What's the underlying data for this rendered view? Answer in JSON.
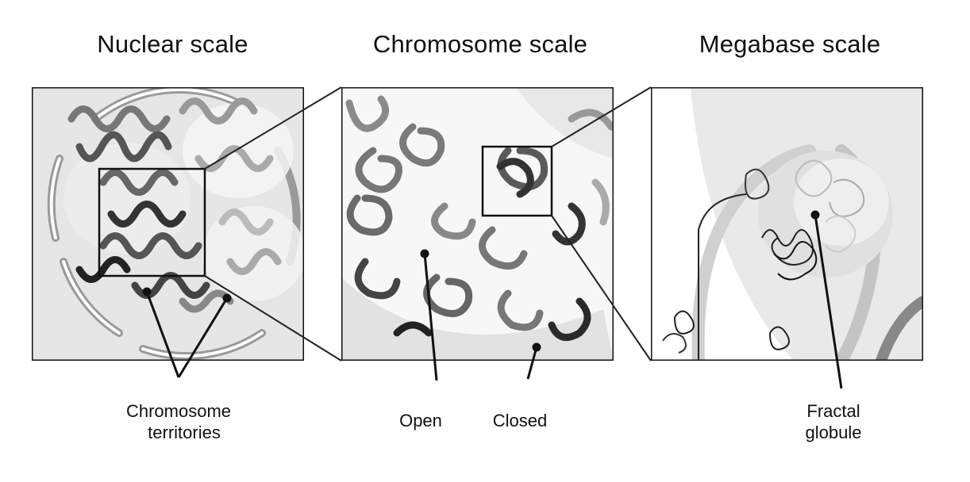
{
  "titles": {
    "nuclear": "Nuclear scale",
    "chromosome": "Chromosome scale",
    "megabase": "Megabase scale"
  },
  "labels": {
    "territories_line1": "Chromosome",
    "territories_line2": "territories",
    "open": "Open",
    "closed": "Closed",
    "fractal_line1": "Fractal",
    "fractal_line2": "globule"
  }
}
